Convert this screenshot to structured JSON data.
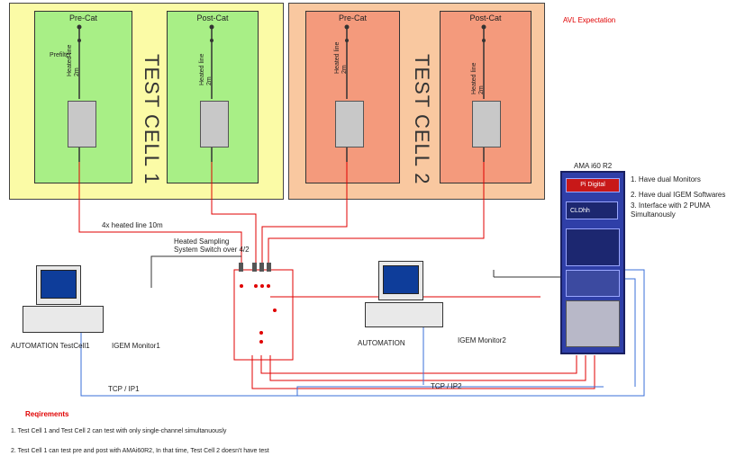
{
  "cells": {
    "cell1_title": "TEST CELL 1",
    "cell2_title": "TEST CELL 2"
  },
  "stands": {
    "c1_pre": "Pre-Cat",
    "c1_post": "Post-Cat",
    "c2_pre": "Pre-Cat",
    "c2_post": "Post-Cat"
  },
  "labels": {
    "prefilter": "Prefilter",
    "heated_line": "Heated line 2m",
    "heated_10m": "4x heated line 10m",
    "sampling_switch": "Heated Sampling System Switch over 4/2",
    "avl_expectation": "AVL Expectation",
    "ama_title": "AMA i60 R2",
    "pi_digital": "Pi Digital",
    "cld": "CLDhh",
    "automation_tc1": "AUTOMATION TestCell1",
    "igem_monitor1": "IGEM Monitor1",
    "automation": "AUTOMATION",
    "igem_monitor2": "IGEM Monitor2",
    "tcp_ip1": "TCP / IP1",
    "tcp_ip2": "TCP / IP2"
  },
  "expectations": [
    "1. Have dual Monitors",
    "2. Have dual IGEM Softwares",
    "3. Interface with 2 PUMA Simultanously"
  ],
  "requirements": {
    "title": "Reqirements",
    "items": [
      "1. Test Cell 1 and Test Cell 2 can test with only single-channel simultanuously",
      "2. Test Cell 1 can test pre and post with AMAi60R2, In that time, Test Cell 2 doesn't have test"
    ]
  },
  "colors": {
    "cell1_bg": "#fbfba6",
    "cell2_bg": "#f9c8a0",
    "stand_green": "#a8ef86",
    "stand_red": "#f49a7c",
    "line_red": "#e00000",
    "line_blue": "#3a6fd8",
    "rack_blue": "#2f3fa8"
  }
}
